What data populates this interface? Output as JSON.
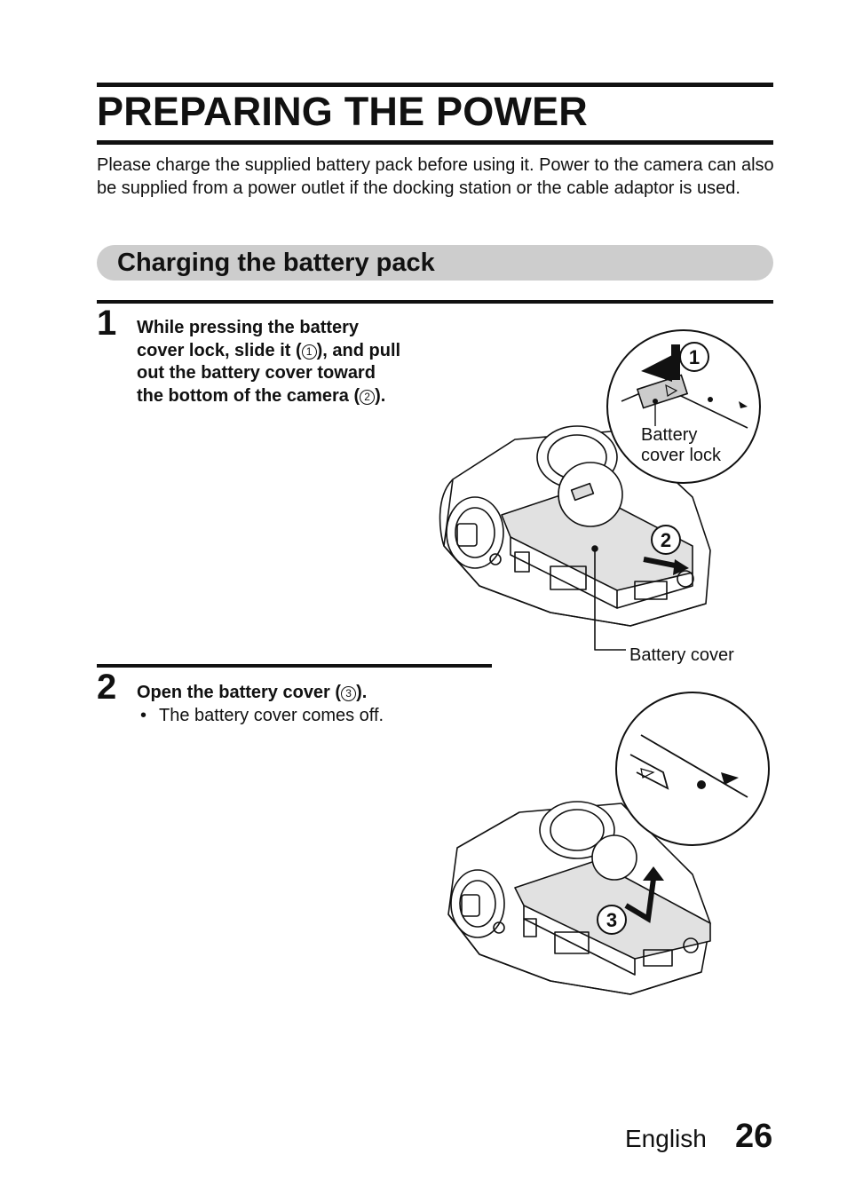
{
  "header": {
    "title": "PREPARING THE POWER"
  },
  "intro": "Please charge the supplied battery pack before using it. Power to the camera can also be supplied from a power outlet if the docking station or the cable adaptor is used.",
  "section": {
    "title": "Charging the battery pack"
  },
  "steps": [
    {
      "number": "1",
      "text_a": "While pressing the battery cover lock, slide it (",
      "mark_a": "1",
      "text_b": "), and pull out the battery cover toward the bottom of the camera (",
      "mark_b": "2",
      "text_c": ")."
    },
    {
      "number": "2",
      "text_a": "Open the battery cover (",
      "mark_a": "3",
      "text_b": ").",
      "bullet_marker": "•",
      "bullet": "The battery cover comes off."
    }
  ],
  "figure1": {
    "callout_lock_line1": "Battery",
    "callout_lock_line2": "cover lock",
    "callout_cover": "Battery cover",
    "marker_1": "1",
    "marker_2": "2"
  },
  "figure2": {
    "marker_3": "3"
  },
  "footer": {
    "language": "English",
    "page": "26"
  }
}
